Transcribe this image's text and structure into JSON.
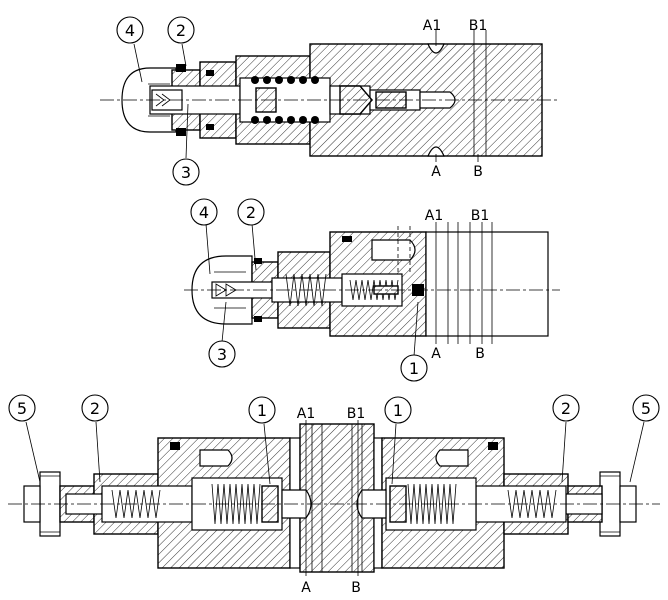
{
  "callouts": {
    "v1_4": "4",
    "v1_2": "2",
    "v1_3": "3",
    "v2_4": "4",
    "v2_2": "2",
    "v2_3": "3",
    "v2_1": "1",
    "v3_5l": "5",
    "v3_2l": "2",
    "v3_1l": "1",
    "v3_1r": "1",
    "v3_2r": "2",
    "v3_5r": "5"
  },
  "ports": {
    "v1_a1": "A1",
    "v1_b1": "B1",
    "v1_a": "A",
    "v1_b": "B",
    "v2_a1": "A1",
    "v2_b1": "B1",
    "v2_a": "A",
    "v2_b": "B",
    "v3_a1": "A1",
    "v3_b1": "B1",
    "v3_a": "A",
    "v3_b": "B"
  }
}
